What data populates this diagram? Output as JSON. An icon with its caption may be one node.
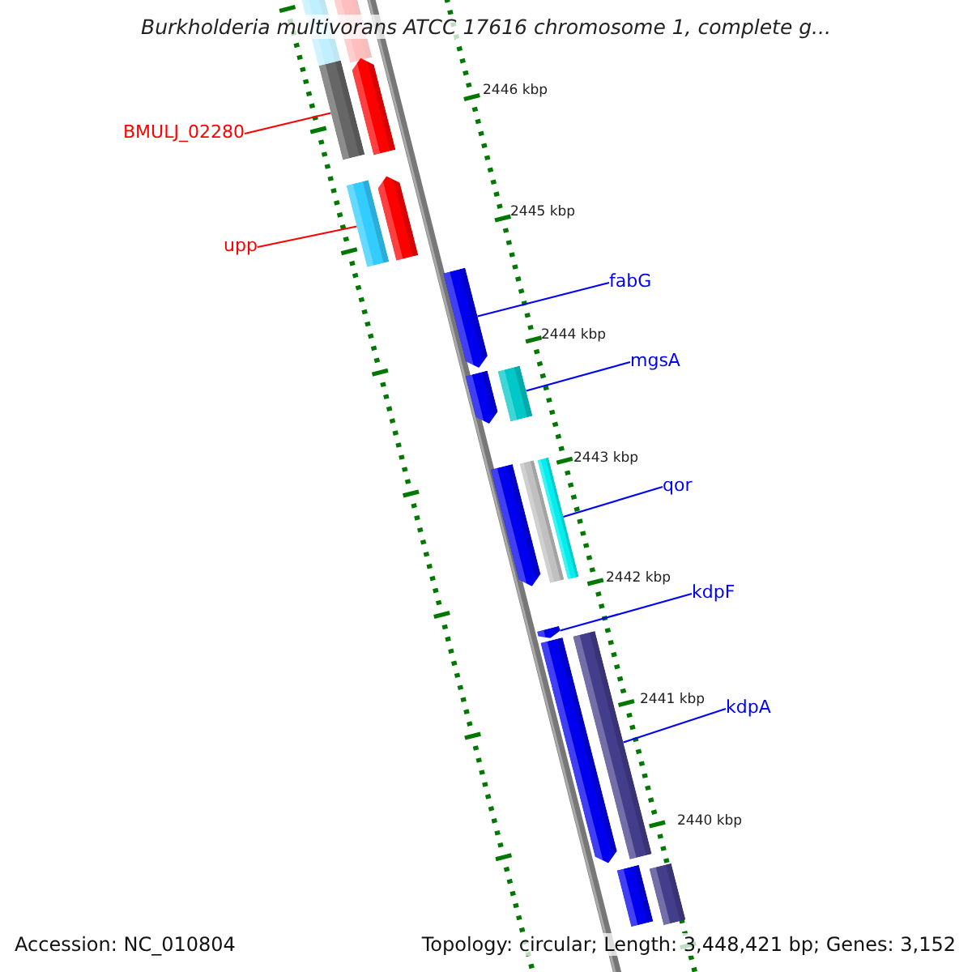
{
  "diagram": {
    "title": "Burkholderia multivorans ATCC 17616 chromosome 1, complete g...",
    "nodes": [
      {
        "text": [
          "BMULJ_02280"
        ]
      },
      {
        "text": [
          "upp"
        ]
      },
      {
        "text": [
          "fabG"
        ]
      },
      {
        "text": [
          "mgsA"
        ]
      },
      {
        "text": [
          "qor"
        ]
      },
      {
        "text": [
          "kdpF"
        ]
      },
      {
        "text": [
          "kdpA"
        ]
      },
      {
        "text": [],
        "shape": "bar"
      },
      {
        "text": [],
        "shape": "bar"
      },
      {
        "text": [],
        "shape": "bar"
      },
      {
        "text": [],
        "shape": "bar"
      },
      {
        "text": [],
        "shape": "bar"
      },
      {
        "text": [],
        "shape": "bar"
      },
      {
        "text": [],
        "shape": "bar"
      },
      {
        "text": [],
        "shape": "bar"
      },
      {
        "text": [],
        "shape": "bar"
      },
      {
        "text": [],
        "shape": "bar"
      },
      {
        "text": [],
        "shape": "bar"
      },
      {
        "text": [],
        "shape": "bar"
      },
      {
        "text": [],
        "shape": "bar"
      },
      {
        "text": [],
        "shape": "bar"
      },
      {
        "text": [],
        "shape": "bar"
      },
      {
        "text": [],
        "shape": "bar"
      },
      {
        "text": [],
        "shape": "bar"
      }
    ],
    "edges": [
      {
        "from": 0,
        "to": 9,
        "arrow": "none",
        "color": "#ff0000"
      },
      {
        "from": 1,
        "to": 11,
        "arrow": "none",
        "color": "#ff0000"
      },
      {
        "from": 2,
        "to": 13,
        "arrow": "none"
      },
      {
        "from": 3,
        "to": 15,
        "arrow": "none"
      },
      {
        "from": 4,
        "to": 18,
        "arrow": "none"
      },
      {
        "from": 5,
        "to": 19,
        "arrow": "none"
      },
      {
        "from": 6,
        "to": 21,
        "arrow": "none"
      }
    ],
    "labels": [
      "2446 kbp",
      "2445 kbp",
      "2444 kbp",
      "2443 kbp",
      "2442 kbp",
      "2441 kbp",
      "2440 kbp",
      "Accession: NC_010804",
      "Topology: circular; Length: 3,448,421 bp; Genes: 3,152"
    ]
  }
}
